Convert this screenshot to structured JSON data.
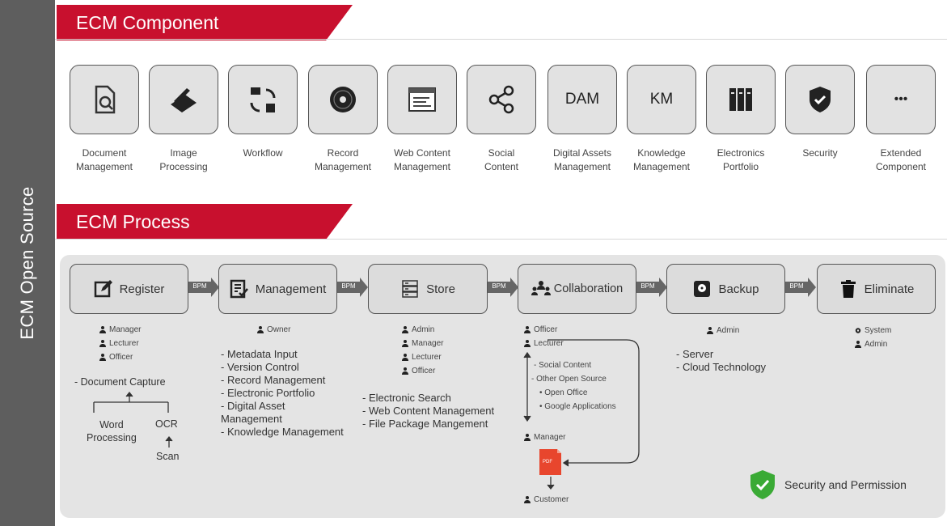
{
  "sidebar": {
    "title": "ECM Open Source"
  },
  "component_section": {
    "title": "ECM Component",
    "items": [
      {
        "label": "Document\nManagement",
        "icon": "document-search-icon"
      },
      {
        "label": "Image\nProcessing",
        "icon": "scanner-icon"
      },
      {
        "label": "Workflow",
        "icon": "workflow-icon"
      },
      {
        "label": "Record\nManagement",
        "icon": "disc-icon"
      },
      {
        "label": "Web Content\nManagement",
        "icon": "browser-window-icon"
      },
      {
        "label": "Social\nContent",
        "icon": "share-icon"
      },
      {
        "label": "Digital Assets\nManagement",
        "icon": "dam-text-icon",
        "tile_text": "DAM"
      },
      {
        "label": "Knowledge\nManagement",
        "icon": "km-text-icon",
        "tile_text": "KM"
      },
      {
        "label": "Electronics\nPortfolio",
        "icon": "binders-icon"
      },
      {
        "label": "Security",
        "icon": "shield-check-icon"
      },
      {
        "label": "Extended\nComponent",
        "icon": "more-dots-icon",
        "tile_text": "•••"
      }
    ]
  },
  "process_section": {
    "title": "ECM Process",
    "connector_label": "BPM",
    "steps": [
      {
        "label": "Register",
        "icon": "edit-icon",
        "roles": [
          "Manager",
          "Lecturer",
          "Officer"
        ]
      },
      {
        "label": "Management",
        "icon": "checklist-icon",
        "roles": [
          "Owner"
        ],
        "bullets": "- Metadata Input\n- Version Control\n- Record Management\n- Electronic Portfolio\n- Digital Asset\n  Management\n- Knowledge Management"
      },
      {
        "label": "Store",
        "icon": "server-icon",
        "roles": [
          "Admin",
          "Manager",
          "Lecturer",
          "Officer"
        ],
        "bullets": "- Electronic Search\n- Web Content Management\n- File Package Mangement"
      },
      {
        "label": "Collaboration",
        "icon": "team-icon",
        "roles": [
          "Officer",
          "Lecturer"
        ]
      },
      {
        "label": "Backup",
        "icon": "hard-drive-icon",
        "roles": [
          "Admin"
        ],
        "bullets": "- Server\n- Cloud Technology"
      },
      {
        "label": "Eliminate",
        "icon": "trash-icon",
        "roles": [
          "System",
          "Admin"
        ]
      }
    ],
    "register_detail": {
      "capture": "- Document Capture",
      "word_processing": "Word\nProcessing",
      "ocr": "OCR",
      "scan": "Scan"
    },
    "collaboration_detail": {
      "social_content": "- Social Content",
      "other_open_source": "- Other Open Source",
      "open_office": "Open Office",
      "google_applications": "Google Applications",
      "manager": "Manager",
      "pdf": "PDF",
      "customer": "Customer"
    },
    "security_note": "Security and Permission"
  },
  "colors": {
    "accent_red": "#c8102e",
    "sidebar_gray": "#5e5e5e",
    "tile_gray": "#e2e2e2",
    "panel_gray": "#e4e4e4",
    "shield_green": "#3aaa35"
  }
}
